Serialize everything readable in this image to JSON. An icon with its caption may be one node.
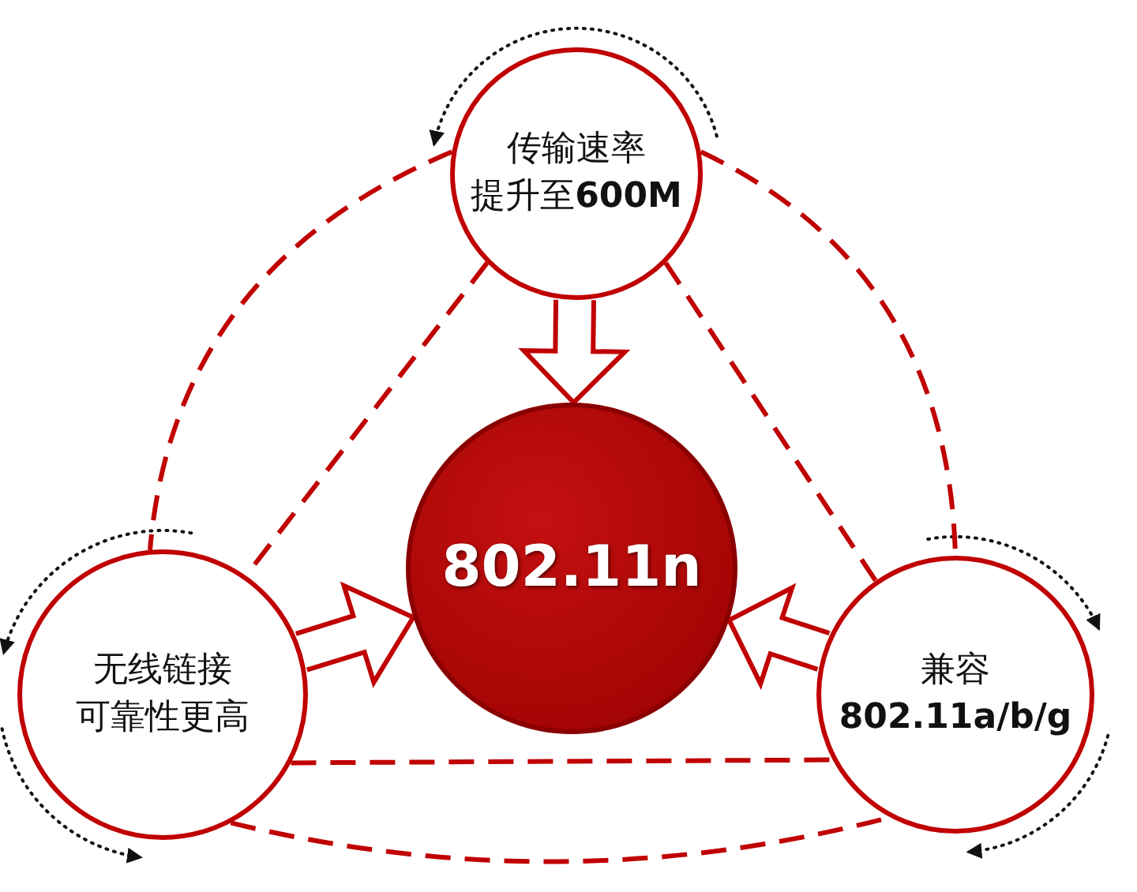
{
  "diagram": {
    "nodes": [
      {
        "text": [
          "传输速率提升至**600M**"
        ]
      },
      {
        "text": [
          "802.11n"
        ]
      },
      {
        "text": [
          "无线链接可靠性更高"
        ]
      },
      {
        "text": [
          "兼容**802.11a/b/g**"
        ]
      }
    ],
    "edges": [
      {
        "from": 0,
        "to": 1,
        "arrow": "to"
      },
      {
        "from": 2,
        "to": 1,
        "arrow": "to"
      },
      {
        "from": 3,
        "to": 1,
        "arrow": "to"
      },
      {
        "from": 0,
        "to": 2,
        "arrow": "none",
        "style": "dashed"
      },
      {
        "from": 0,
        "to": 2,
        "arrow": "none",
        "style": "dashed"
      },
      {
        "from": 0,
        "to": 3,
        "arrow": "none",
        "style": "dashed"
      },
      {
        "from": 0,
        "to": 3,
        "arrow": "none",
        "style": "dashed"
      },
      {
        "from": 2,
        "to": 3,
        "arrow": "none",
        "style": "dashed"
      },
      {
        "from": 2,
        "to": 3,
        "arrow": "none",
        "style": "dashed"
      }
    ]
  }
}
